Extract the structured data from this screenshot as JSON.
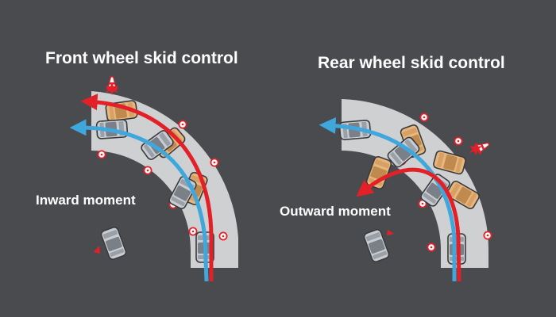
{
  "left_panel": {
    "title": "Front wheel skid control",
    "annotation": "Inward moment"
  },
  "right_panel": {
    "title": "Rear wheel skid control",
    "annotation": "Outward moment"
  },
  "colors": {
    "background": "#4a4b4f",
    "road": "#cfd0d2",
    "arrow_red": "#e32028",
    "arrow_blue": "#3fa7dc",
    "car_silver": "#c9ccd0",
    "car_tan": "#e8b77c",
    "marker_red": "#e32028"
  },
  "icons": [
    "car-icon",
    "traffic-cone-icon",
    "road-marker-icon",
    "curved-arrow-icon"
  ]
}
